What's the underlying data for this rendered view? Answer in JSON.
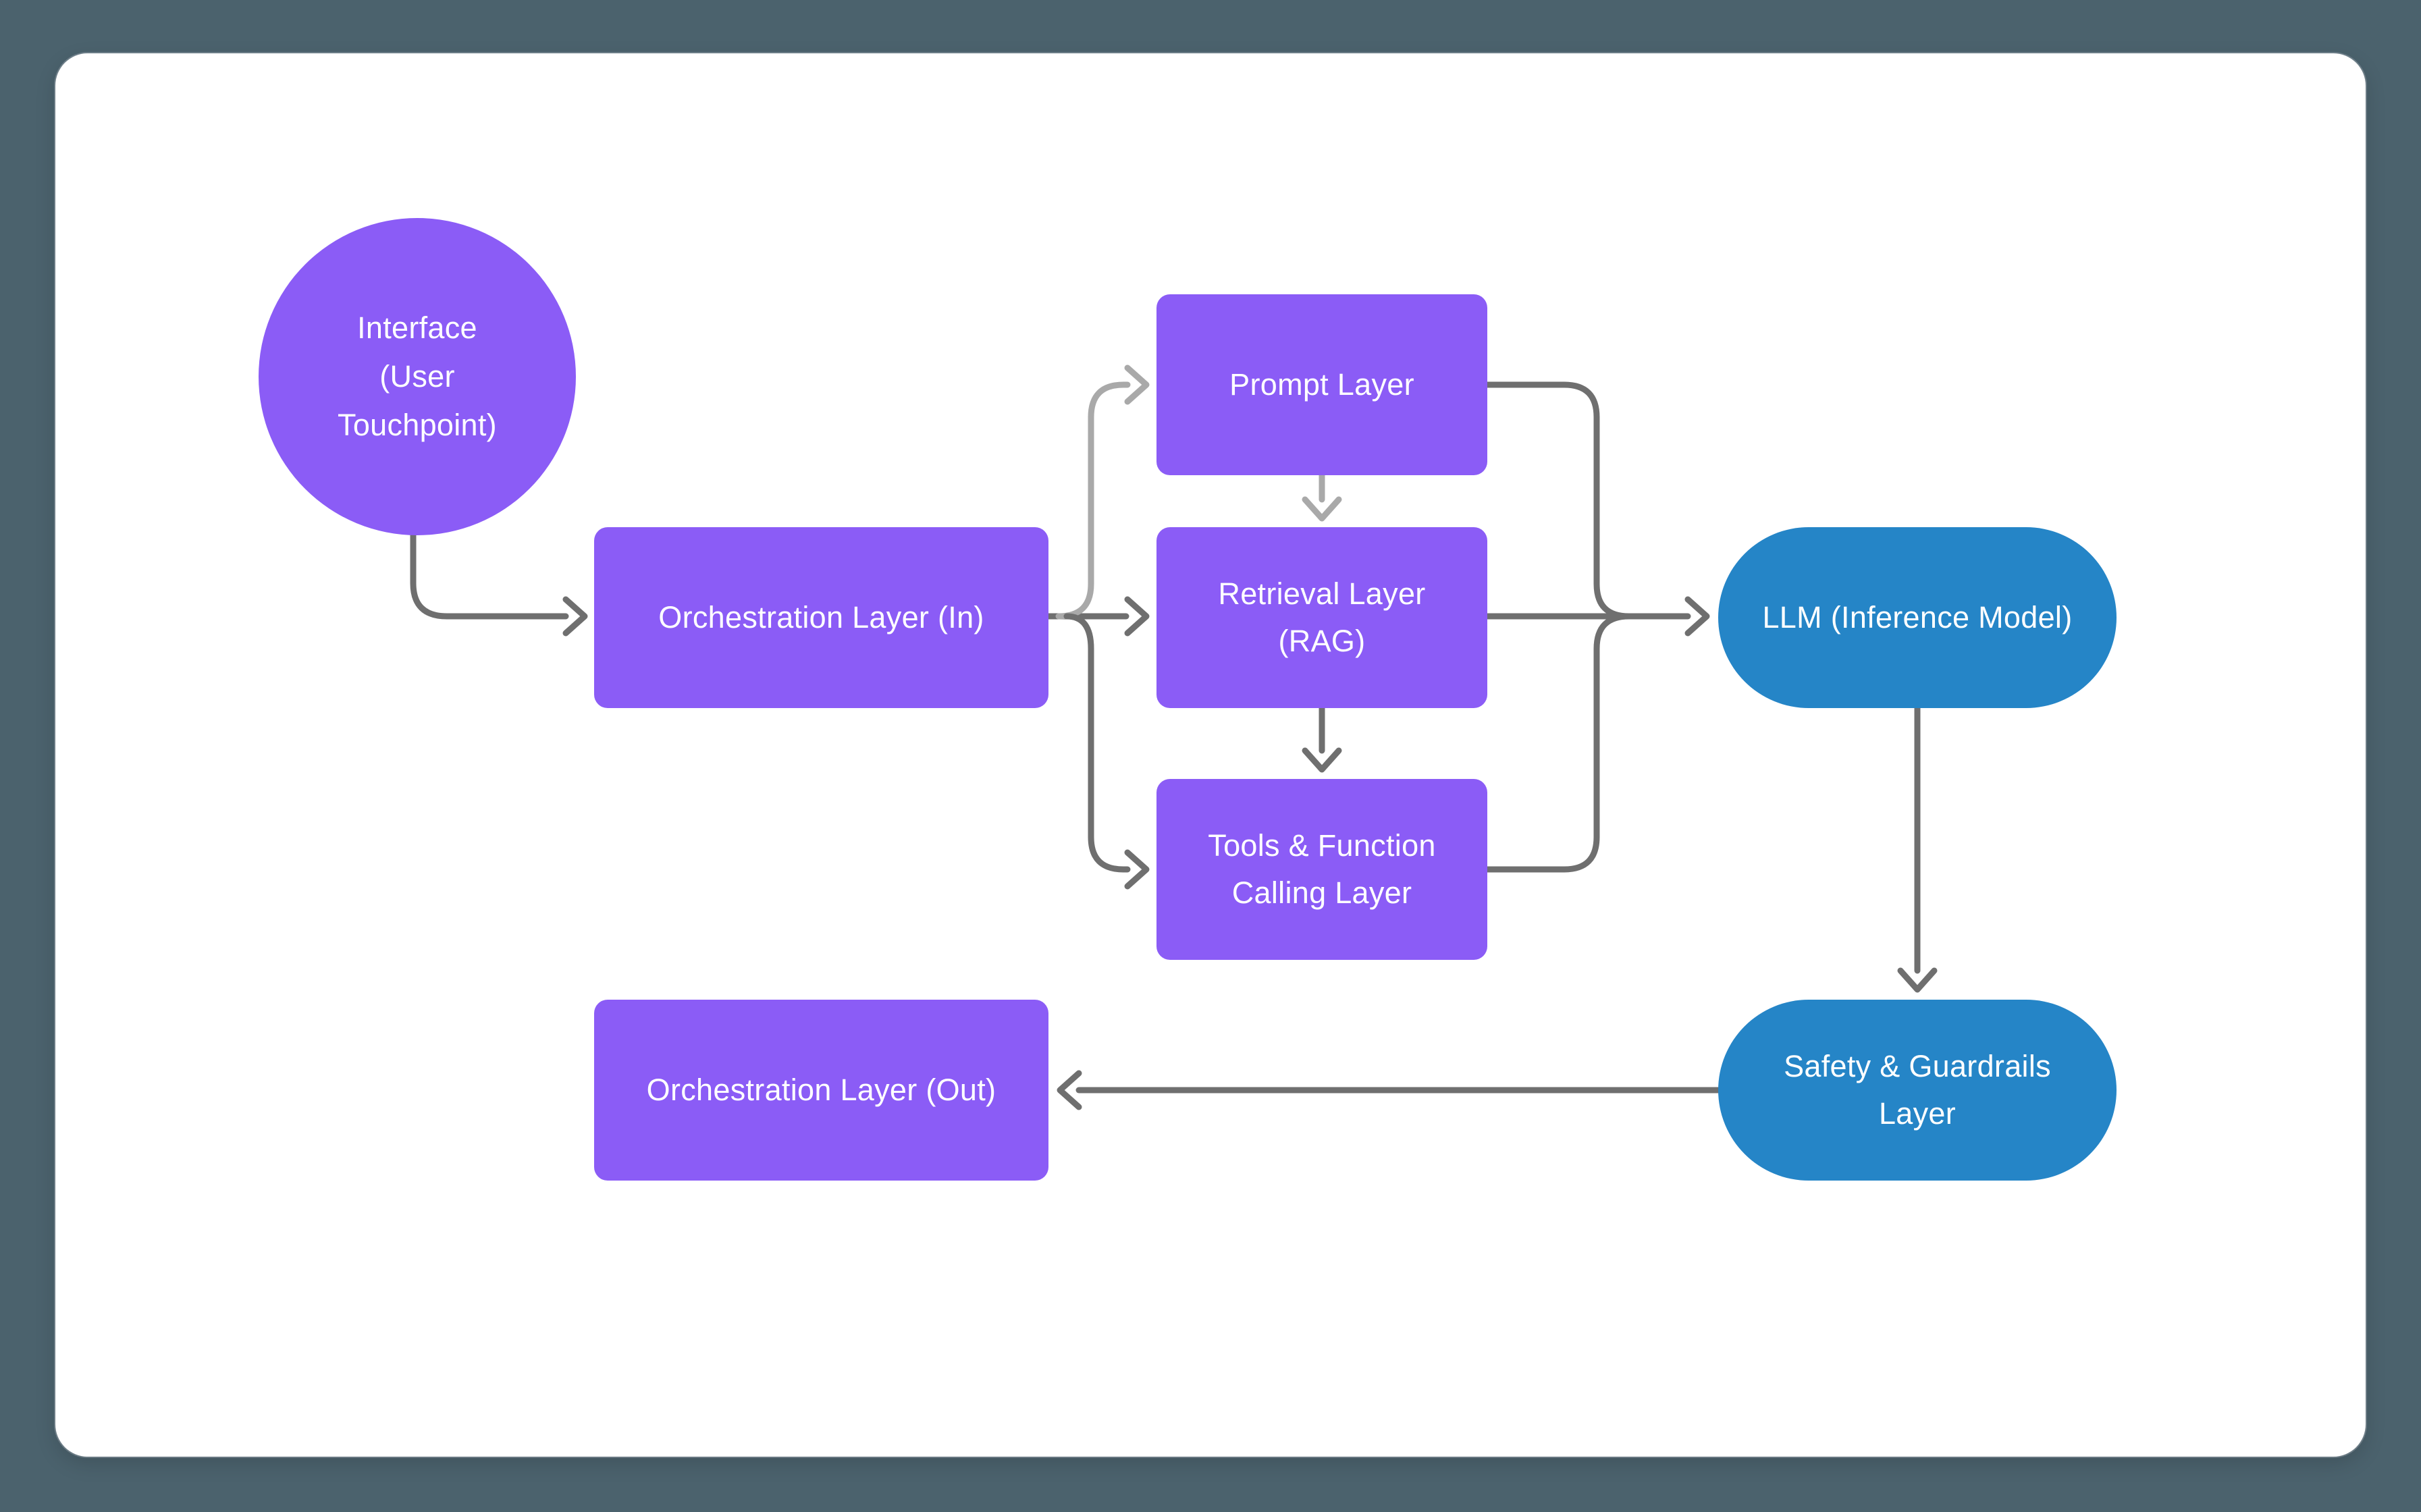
{
  "theme": {
    "backdrop": "#4B626D",
    "canvas": "#FFFFFF",
    "node_purple": "#8B5CF6",
    "node_blue": "#2585C7",
    "arrow_dark": "#6F6F6F",
    "arrow_light": "#A9A9A9",
    "label_text": "#FFFFFF"
  },
  "nodes": {
    "interface": {
      "label": "Interface\n(User\nTouchpoint)",
      "shape": "circle",
      "color": "#8B5CF6"
    },
    "orchestration_in": {
      "label": "Orchestration Layer (In)",
      "shape": "rectangle",
      "color": "#8B5CF6"
    },
    "prompt": {
      "label": "Prompt Layer",
      "shape": "rectangle",
      "color": "#8B5CF6"
    },
    "retrieval": {
      "label": "Retrieval Layer\n(RAG)",
      "shape": "rectangle",
      "color": "#8B5CF6"
    },
    "tools": {
      "label": "Tools & Function\nCalling Layer",
      "shape": "rectangle",
      "color": "#8B5CF6"
    },
    "llm": {
      "label": "LLM (Inference Model)",
      "shape": "pill",
      "color": "#2585C7"
    },
    "safety": {
      "label": "Safety & Guardrails\nLayer",
      "shape": "pill",
      "color": "#2585C7"
    },
    "orchestration_out": {
      "label": "Orchestration Layer (Out)",
      "shape": "rectangle",
      "color": "#8B5CF6"
    }
  },
  "connections": [
    {
      "from": "interface",
      "to": "orchestration_in",
      "shade": "dark"
    },
    {
      "from": "orchestration_in",
      "to": "prompt",
      "shade": "light"
    },
    {
      "from": "orchestration_in",
      "to": "retrieval",
      "shade": "dark"
    },
    {
      "from": "orchestration_in",
      "to": "tools",
      "shade": "dark"
    },
    {
      "from": "prompt",
      "to": "retrieval",
      "shade": "light"
    },
    {
      "from": "retrieval",
      "to": "tools",
      "shade": "dark"
    },
    {
      "from": "prompt",
      "to": "llm",
      "shade": "dark"
    },
    {
      "from": "retrieval",
      "to": "llm",
      "shade": "dark"
    },
    {
      "from": "tools",
      "to": "llm",
      "shade": "dark"
    },
    {
      "from": "llm",
      "to": "safety",
      "shade": "dark"
    },
    {
      "from": "safety",
      "to": "orchestration_out",
      "shade": "dark"
    }
  ]
}
